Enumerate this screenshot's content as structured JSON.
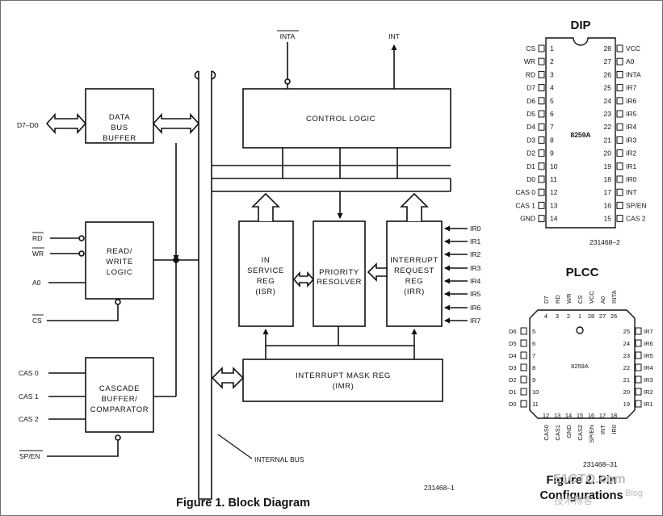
{
  "block_diagram": {
    "caption": "Figure 1. Block Diagram",
    "figure_number": "231468–1",
    "bus_label": "INTERNAL BUS",
    "blocks": {
      "data_bus_buffer": [
        "DATA",
        "BUS",
        "BUFFER"
      ],
      "read_write_logic": [
        "READ/",
        "WRITE",
        "LOGIC"
      ],
      "cascade": [
        "CASCADE",
        "BUFFER/",
        "COMPARATOR"
      ],
      "control_logic": "CONTROL LOGIC",
      "isr": [
        "IN",
        "SERVICE",
        "REG",
        "(ISR)"
      ],
      "priority_resolver": [
        "PRIORITY",
        "RESOLVER"
      ],
      "irr": [
        "INTERRUPT",
        "REQUEST",
        "REG",
        "(IRR)"
      ],
      "imr": [
        "INTERRUPT MASK REG",
        "(IMR)"
      ]
    },
    "signals": {
      "data": "D7–D0",
      "rd": "RD",
      "wr": "WR",
      "a0": "A0",
      "cs": "CS",
      "cas": [
        "CAS 0",
        "CAS 1",
        "CAS 2"
      ],
      "sp_en": "SP/EN",
      "inta": "INTA",
      "int": "INT",
      "ir": [
        "IR0",
        "IR1",
        "IR2",
        "IR3",
        "IR4",
        "IR5",
        "IR6",
        "IR7"
      ]
    }
  },
  "dip": {
    "title": "DIP",
    "chip_label": "8259A",
    "figure_number": "231468–2",
    "left_pins": [
      {
        "num": "1",
        "name": "CS"
      },
      {
        "num": "2",
        "name": "WR"
      },
      {
        "num": "3",
        "name": "RD"
      },
      {
        "num": "4",
        "name": "D7"
      },
      {
        "num": "5",
        "name": "D6"
      },
      {
        "num": "6",
        "name": "D5"
      },
      {
        "num": "7",
        "name": "D4"
      },
      {
        "num": "8",
        "name": "D3"
      },
      {
        "num": "9",
        "name": "D2"
      },
      {
        "num": "10",
        "name": "D1"
      },
      {
        "num": "11",
        "name": "D0"
      },
      {
        "num": "12",
        "name": "CAS 0"
      },
      {
        "num": "13",
        "name": "CAS 1"
      },
      {
        "num": "14",
        "name": "GND"
      }
    ],
    "right_pins": [
      {
        "num": "28",
        "name": "VCC"
      },
      {
        "num": "27",
        "name": "A0"
      },
      {
        "num": "26",
        "name": "INTA"
      },
      {
        "num": "25",
        "name": "IR7"
      },
      {
        "num": "24",
        "name": "IR6"
      },
      {
        "num": "23",
        "name": "IR5"
      },
      {
        "num": "22",
        "name": "IR4"
      },
      {
        "num": "21",
        "name": "IR3"
      },
      {
        "num": "20",
        "name": "IR2"
      },
      {
        "num": "19",
        "name": "IR1"
      },
      {
        "num": "18",
        "name": "IR0"
      },
      {
        "num": "17",
        "name": "INT"
      },
      {
        "num": "16",
        "name": "SP/EN"
      },
      {
        "num": "15",
        "name": "CAS 2"
      }
    ]
  },
  "plcc": {
    "title": "PLCC",
    "chip_label": "8259A",
    "figure_number": "231468–31",
    "top_names": [
      "D7",
      "RD",
      "WR",
      "CS",
      "VCC",
      "A0",
      "INTA"
    ],
    "top_nums": [
      "4",
      "3",
      "2",
      "1",
      "28",
      "27",
      "26"
    ],
    "left": [
      {
        "name": "D6",
        "num": "5"
      },
      {
        "name": "D5",
        "num": "6"
      },
      {
        "name": "D4",
        "num": "7"
      },
      {
        "name": "D3",
        "num": "8"
      },
      {
        "name": "D2",
        "num": "9"
      },
      {
        "name": "D1",
        "num": "10"
      },
      {
        "name": "D0",
        "num": "11"
      }
    ],
    "right": [
      {
        "num": "25",
        "name": "IR7"
      },
      {
        "num": "24",
        "name": "IR6"
      },
      {
        "num": "23",
        "name": "IR5"
      },
      {
        "num": "22",
        "name": "IR4"
      },
      {
        "num": "21",
        "name": "IR3"
      },
      {
        "num": "20",
        "name": "IR2"
      },
      {
        "num": "19",
        "name": "IR1"
      }
    ],
    "bottom_nums": [
      "12",
      "13",
      "14",
      "15",
      "16",
      "17",
      "18"
    ],
    "bottom_names": [
      "CAS0",
      "CAS1",
      "GND",
      "CAS2",
      "SP/EN",
      "INT",
      "IR0"
    ]
  },
  "figure2_caption": [
    "Figure 2. Pin",
    "Configurations"
  ],
  "watermark": [
    "51CTO.com",
    "技术博客",
    "Blog"
  ]
}
